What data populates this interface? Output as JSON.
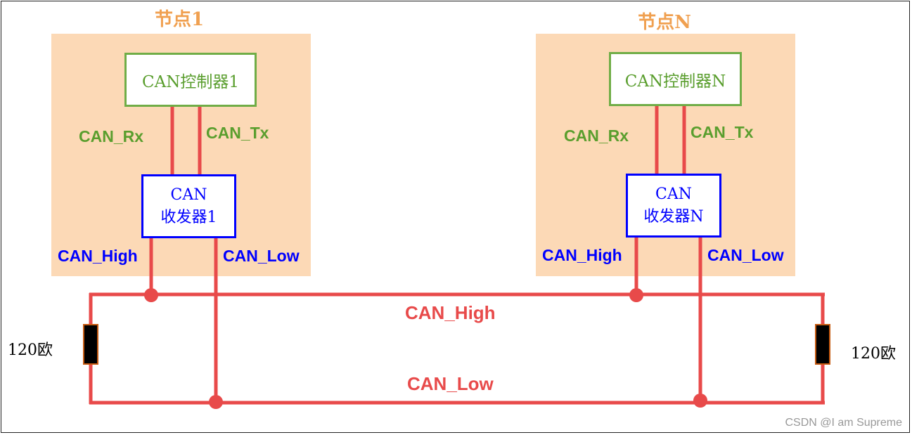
{
  "colors": {
    "wire": "#e84a4a",
    "node_bg": "#fcd9b6",
    "title_orange": "#f0a050",
    "green": "#5a9e2e",
    "blue": "#0000ff",
    "resistor_fill": "#000000",
    "resistor_edge": "#c55a11",
    "watermark": "#999999"
  },
  "node1": {
    "title": "节点1",
    "controller": "CAN控制器1",
    "rx_label": "CAN_Rx",
    "tx_label": "CAN_Tx",
    "transceiver_line1": "CAN",
    "transceiver_line2": "收发器1",
    "high_label": "CAN_High",
    "low_label": "CAN_Low"
  },
  "nodeN": {
    "title": "节点N",
    "controller": "CAN控制器N",
    "rx_label": "CAN_Rx",
    "tx_label": "CAN_Tx",
    "transceiver_line1": "CAN",
    "transceiver_line2": "收发器N",
    "high_label": "CAN_High",
    "low_label": "CAN_Low"
  },
  "bus": {
    "high_label": "CAN_High",
    "low_label": "CAN_Low"
  },
  "resistors": {
    "left_label": "120欧",
    "right_label": "120欧"
  },
  "watermark": "CSDN @I am Supreme"
}
